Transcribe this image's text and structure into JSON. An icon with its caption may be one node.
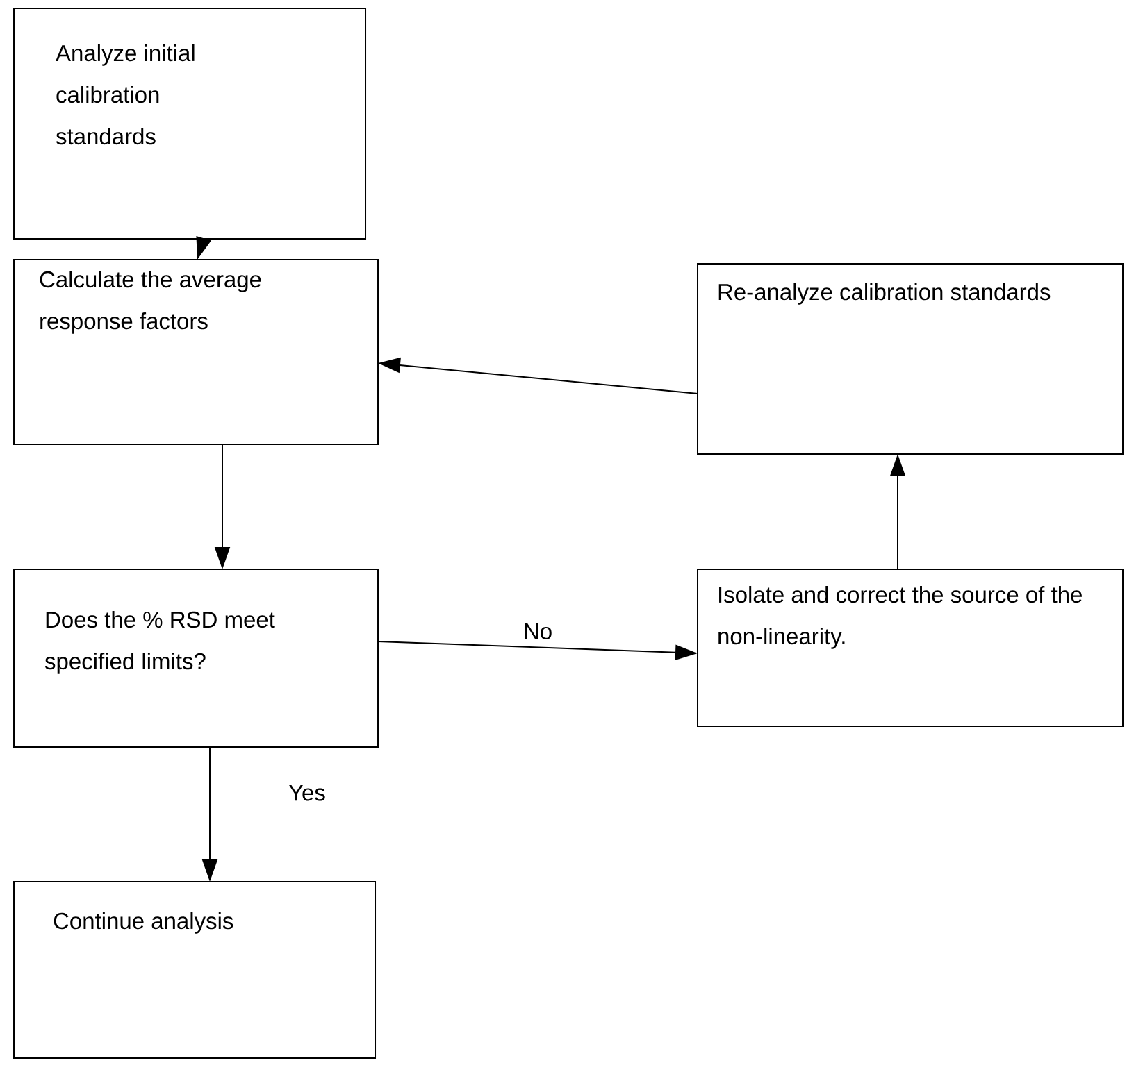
{
  "diagram": {
    "nodes": [
      {
        "text": [
          "Analyze initial calibration standards"
        ]
      },
      {
        "text": [
          "Calculate the average response factors"
        ]
      },
      {
        "text": [
          "Does the % RSD meet specified limits?"
        ]
      },
      {
        "text": [
          "Continue analysis"
        ]
      },
      {
        "text": [
          "Re-analyze calibration standards"
        ]
      },
      {
        "text": [
          "Isolate and correct the source of the non-linearity."
        ]
      }
    ],
    "edges": [
      {
        "from": 0,
        "to": 1,
        "arrow": "to"
      },
      {
        "from": 1,
        "to": 2,
        "arrow": "to"
      },
      {
        "from": 2,
        "to": 3,
        "arrow": "to",
        "label": "Yes"
      },
      {
        "from": 2,
        "to": 5,
        "arrow": "to",
        "label": "No"
      },
      {
        "from": 5,
        "to": 4,
        "arrow": "to"
      },
      {
        "from": 4,
        "to": 1,
        "arrow": "to"
      }
    ]
  }
}
